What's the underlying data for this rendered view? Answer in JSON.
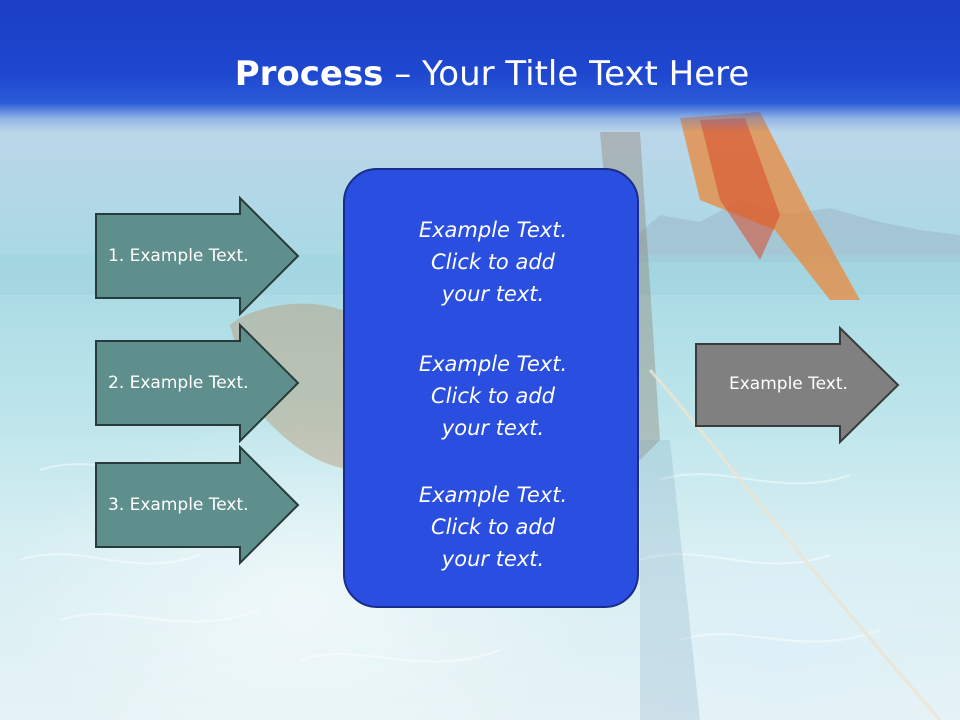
{
  "slide": {
    "title_bold": "Process",
    "title_rest": " – Your Title Text Here"
  },
  "input_arrows": [
    {
      "label": "1. Example Text."
    },
    {
      "label": "2. Example Text."
    },
    {
      "label": "3. Example Text."
    }
  ],
  "center_box": {
    "blocks": [
      {
        "line1": "Example Text.",
        "line2": "Click  to add",
        "line3": "your text."
      },
      {
        "line1": "Example Text.",
        "line2": "Click  to add",
        "line3": "your text."
      },
      {
        "line1": "Example Text.",
        "line2": "Click  to add",
        "line3": "your text."
      }
    ]
  },
  "output_arrow": {
    "label": "Example Text."
  },
  "colors": {
    "title_band": "#1e47cf",
    "input_arrow_fill": "#5f8f8c",
    "center_box_fill": "#2a4fe0",
    "output_arrow_fill": "#808080"
  }
}
